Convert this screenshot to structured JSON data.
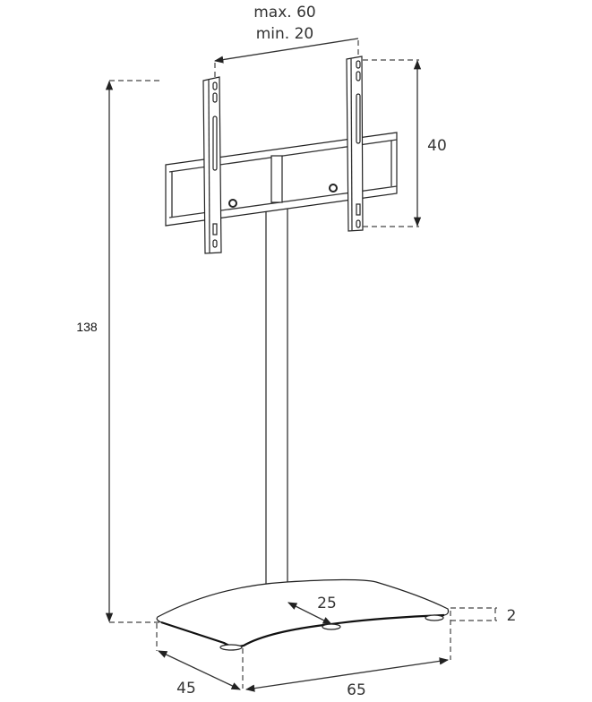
{
  "dimensions": {
    "width_max": "max. 60",
    "width_min": "min. 20",
    "bracket_height": "40",
    "total_height": "138",
    "column_offset": "25",
    "base_thickness": "2",
    "base_depth": "45",
    "base_width": "65"
  },
  "colors": {
    "line": "#222222",
    "text": "#333333"
  }
}
